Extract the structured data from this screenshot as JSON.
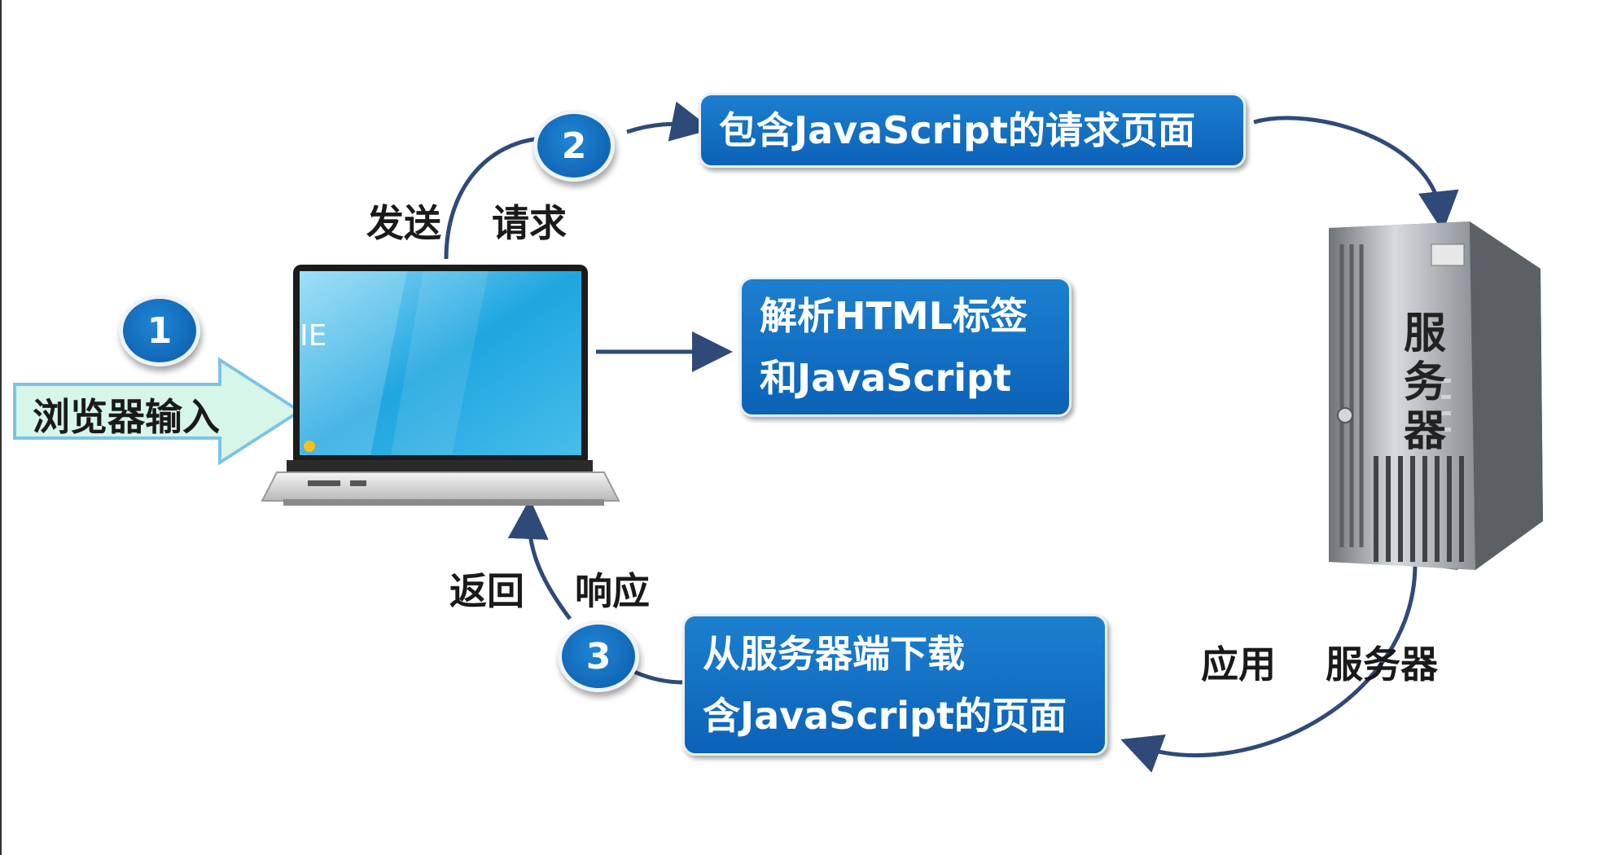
{
  "steps": {
    "one": "1",
    "two": "2",
    "three": "3"
  },
  "input_arrow": {
    "label": "浏览器输入"
  },
  "send": {
    "left": "发送",
    "right": "请求"
  },
  "request_box": {
    "label": "包含JavaScript的请求页面"
  },
  "parse_box": {
    "line1": "解析HTML标签",
    "line2": "和JavaScript"
  },
  "download_box": {
    "line1": "从服务器端下载",
    "line2": "含JavaScript的页面"
  },
  "return": {
    "left": "返回",
    "right": "响应"
  },
  "app_server": {
    "left": "应用",
    "right": "服务器"
  },
  "server": {
    "side_label": "服务器"
  },
  "laptop": {
    "screen_text": "IE"
  },
  "colors": {
    "box_blue": "#0b62b8",
    "arrow_navy": "#2f4a78",
    "input_arrow_green": "#d6f6ea",
    "input_arrow_border": "#7ec3e6"
  }
}
